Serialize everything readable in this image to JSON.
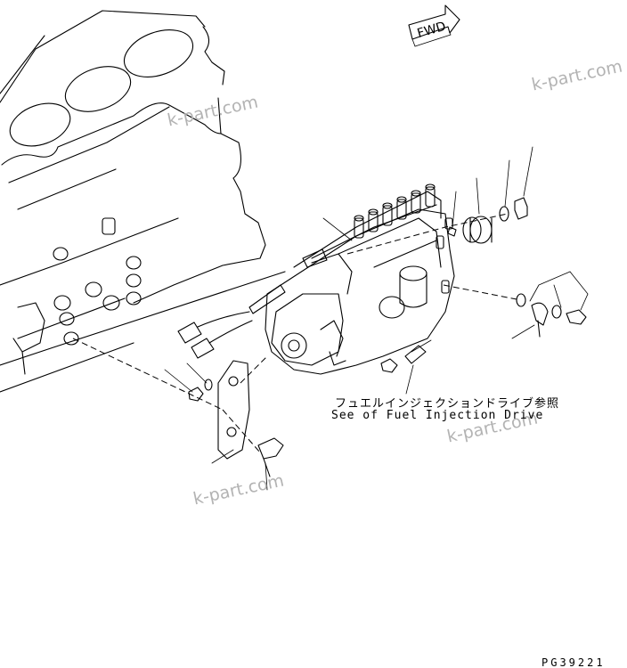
{
  "fwd_label": "FWD",
  "watermarks": [
    "k-part.com",
    "k-part.com",
    "k-part.com",
    "k-part.com"
  ],
  "note_jp": "フュエルインジェクションドライブ参照",
  "note_en": "See of Fuel Injection Drive",
  "drawing_code": "PG39221"
}
